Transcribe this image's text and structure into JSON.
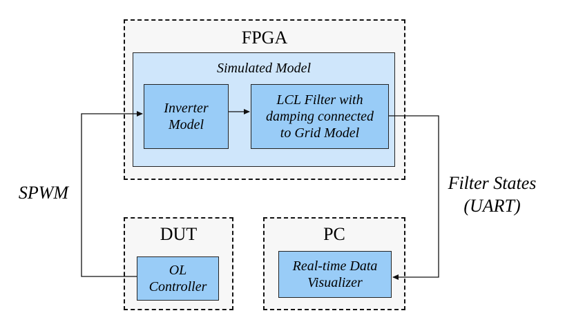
{
  "fpga": {
    "title": "FPGA",
    "simulated_model": {
      "title": "Simulated Model",
      "inverter": "Inverter\nModel",
      "lcl_filter": "LCL Filter with\ndamping connected\nto Grid Model"
    }
  },
  "dut": {
    "title": "DUT",
    "controller": "OL\nController"
  },
  "pc": {
    "title": "PC",
    "visualizer": "Real-time Data\nVisualizer"
  },
  "signals": {
    "spwm": "SPWM",
    "filter_states": "Filter States\n(UART)"
  },
  "colors": {
    "outer_fill": "#cfe6fb",
    "block_fill": "#99ccf7"
  }
}
